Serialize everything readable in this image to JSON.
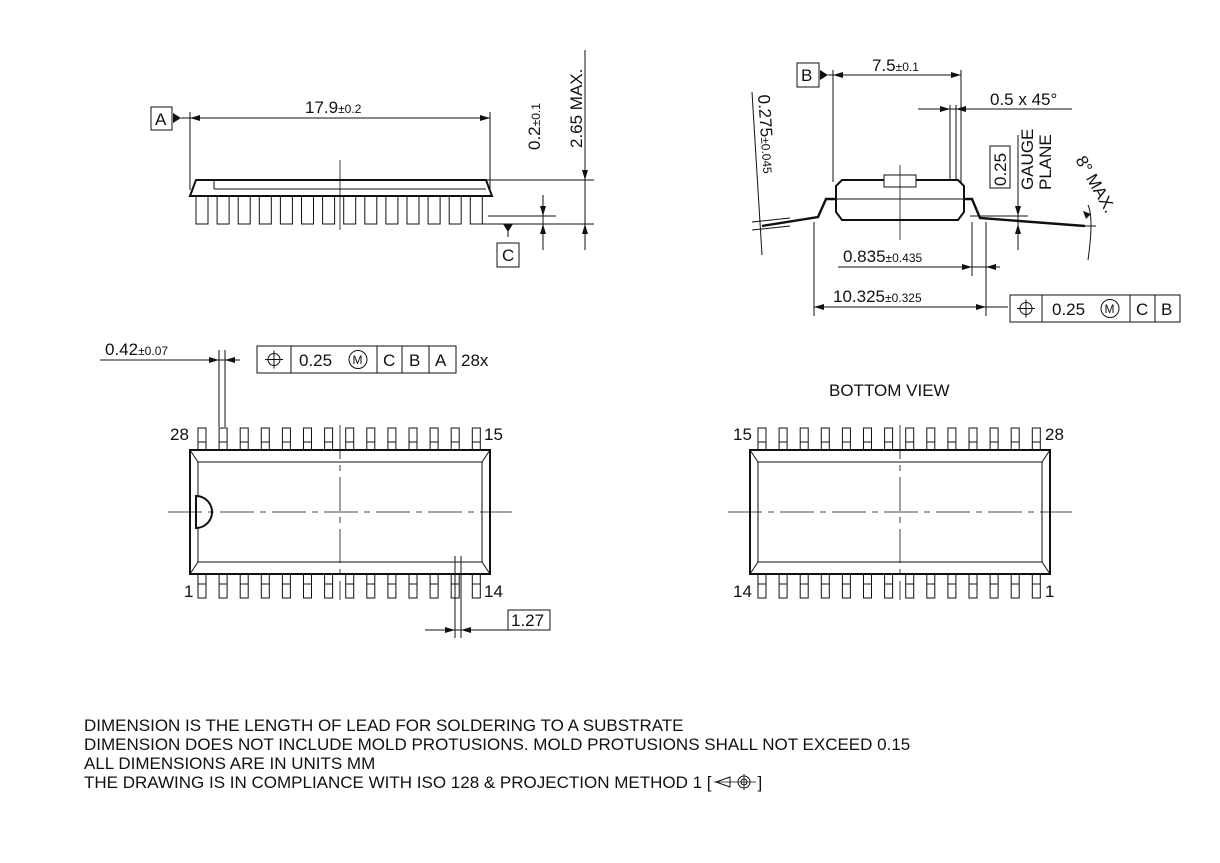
{
  "views": {
    "bottom_view_title": "BOTTOM VIEW"
  },
  "datums": {
    "a": "A",
    "b": "B",
    "c": "C"
  },
  "dims": {
    "length": {
      "main": "17.9",
      "tol": "±0.2"
    },
    "standoff": {
      "main": "0.2",
      "tol": "±0.1"
    },
    "height": "2.65 MAX.",
    "body_width": {
      "main": "7.5",
      "tol": "±0.1"
    },
    "chamfer": "0.5 x 45°",
    "lead_thickness": {
      "main": "0.275",
      "tol": "±0.045"
    },
    "gauge_value": "0.25",
    "gauge_label_1": "GAUGE",
    "gauge_label_2": "PLANE",
    "angle": "8° MAX.",
    "lead_length": {
      "main": "0.835",
      "tol": "±0.435"
    },
    "span": {
      "main": "10.325",
      "tol": "±0.325"
    },
    "lead_width": {
      "main": "0.42",
      "tol": "±0.07"
    },
    "pitch": "1.27"
  },
  "fcf_side": {
    "value": "0.25",
    "modifier": "M",
    "refs": [
      "C",
      "B"
    ]
  },
  "fcf_top": {
    "value": "0.25",
    "modifier": "M",
    "refs": [
      "C",
      "B",
      "A"
    ],
    "count": "28x"
  },
  "pins": {
    "top_left": "28",
    "top_right": "15",
    "bottom_left": "1",
    "bottom_right": "14",
    "bv_top_left": "15",
    "bv_top_right": "28",
    "bv_bottom_left": "14",
    "bv_bottom_right": "1"
  },
  "notes": [
    "DIMENSION IS THE LENGTH OF LEAD FOR SOLDERING TO A SUBSTRATE",
    "DIMENSION DOES NOT INCLUDE MOLD PROTUSIONS. MOLD PROTUSIONS SHALL NOT EXCEED 0.15",
    "ALL DIMENSIONS ARE IN UNITS MM",
    "THE DRAWING IS IN COMPLIANCE WITH ISO 128 & PROJECTION METHOD 1 ["
  ],
  "notes_close": "]",
  "icons": {
    "projection": "first-angle-projection-icon",
    "position": "position-tolerance-icon"
  }
}
